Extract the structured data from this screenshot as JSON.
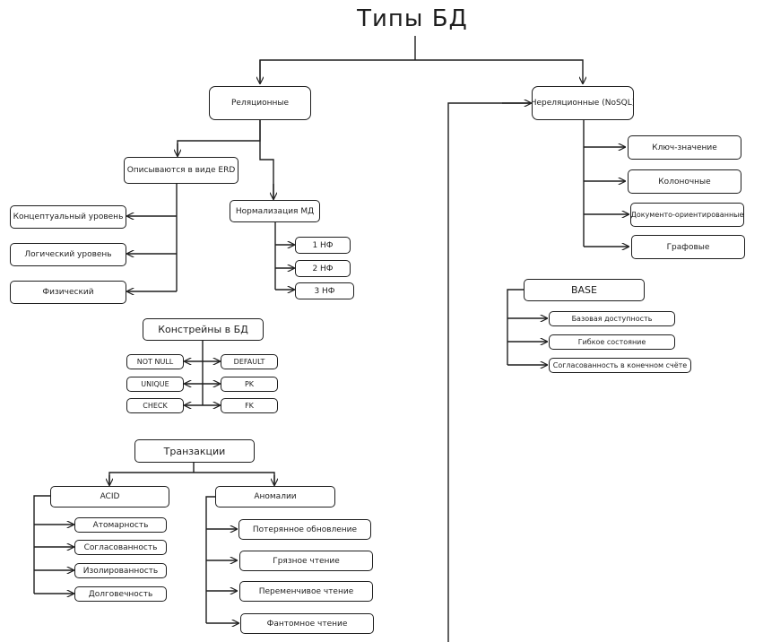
{
  "title": "Типы БД",
  "relational": {
    "label": "Реляционные",
    "erd": {
      "label": "Описываются в виде ERD",
      "levels": [
        "Концептуальный уровень",
        "Логический уровень",
        "Физический"
      ]
    },
    "normalization": {
      "label": "Нормализация МД",
      "forms": [
        "1 НФ",
        "2 НФ",
        "3 НФ"
      ]
    }
  },
  "constraints": {
    "label": "Констрейны в БД",
    "left": [
      "NOT NULL",
      "UNIQUE",
      "CHECK"
    ],
    "right": [
      "DEFAULT",
      "PK",
      "FK"
    ]
  },
  "transactions": {
    "label": "Транзакции",
    "acid": {
      "label": "ACID",
      "items": [
        "Атомарность",
        "Согласованность",
        "Изолированность",
        "Долговечность"
      ]
    },
    "anomalies": {
      "label": "Аномалии",
      "items": [
        "Потерянное обновление",
        "Грязное чтение",
        "Переменчивое чтение",
        "Фантомное чтение"
      ]
    }
  },
  "nonrelational": {
    "label": "Нереляционные (NoSQL)",
    "kinds": [
      "Ключ-значение",
      "Колоночные",
      "Документо-ориентированные",
      "Графовые"
    ]
  },
  "base": {
    "label": "BASE",
    "items": [
      "Базовая доступность",
      "Гибкое состояние",
      "Согласованность в конечном счёте"
    ]
  }
}
